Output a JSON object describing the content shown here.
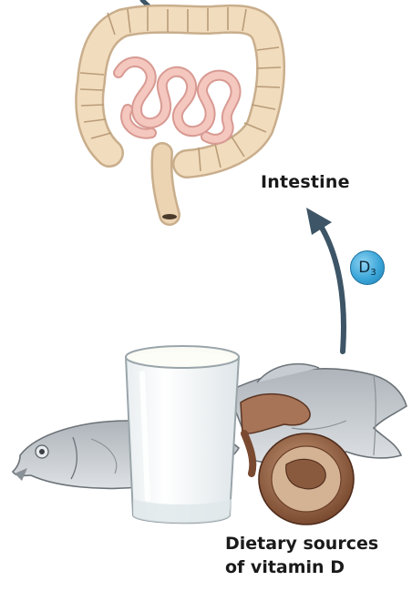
{
  "labels": {
    "intestine": "Intestine",
    "dietary_line1": "Dietary sources",
    "dietary_line2": "of vitamin D"
  },
  "badge": {
    "letter": "D",
    "subscript": "3"
  },
  "colors": {
    "arrow": "#3d5566",
    "badge": "#3ba6d9",
    "colon": "#efd8b8",
    "small_intestine": "#f0b8b0",
    "milk": "#f7f7f2",
    "fish": "#c8ccd0",
    "mushroom": "#9c6a4c"
  }
}
